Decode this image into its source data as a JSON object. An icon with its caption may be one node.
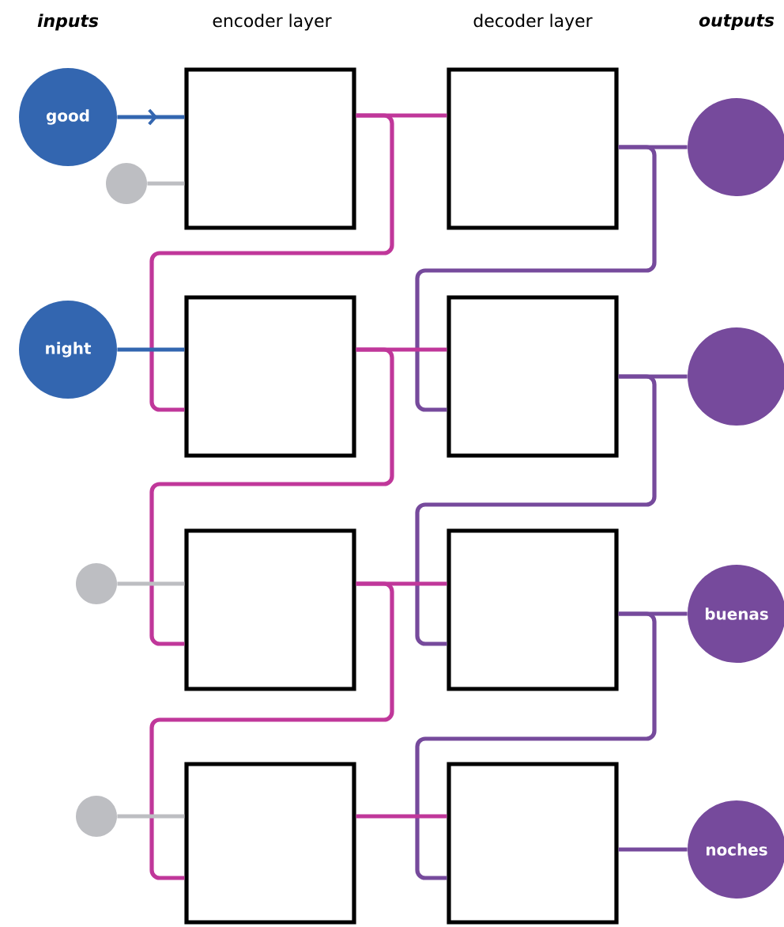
{
  "diagram": {
    "nodes": [
      {
        "text": [
          "good"
        ]
      },
      {
        "text": [],
        "shape": "circle"
      },
      {
        "text": [
          "night"
        ]
      },
      {
        "text": [],
        "shape": "circle"
      },
      {
        "text": [],
        "shape": "circle"
      },
      {
        "text": [],
        "shape": "box"
      },
      {
        "text": [],
        "shape": "box"
      },
      {
        "text": [],
        "shape": "box"
      },
      {
        "text": [],
        "shape": "box"
      },
      {
        "text": [],
        "shape": "box"
      },
      {
        "text": [],
        "shape": "box"
      },
      {
        "text": [],
        "shape": "box"
      },
      {
        "text": [],
        "shape": "box"
      },
      {
        "text": [],
        "shape": "circle"
      },
      {
        "text": [],
        "shape": "circle"
      },
      {
        "text": [
          "buenas"
        ]
      },
      {
        "text": [
          "noches"
        ]
      }
    ],
    "edges": [
      {
        "from": 0,
        "to": 5,
        "arrow": "to",
        "color": "#3366b0"
      },
      {
        "from": 1,
        "to": 5,
        "arrow": "none",
        "color": "#bdbec2"
      },
      {
        "from": 5,
        "to": 9,
        "arrow": "none",
        "color": "#c0379a"
      },
      {
        "from": 5,
        "to": 6,
        "arrow": "none",
        "color": "#c0379a"
      },
      {
        "from": 9,
        "to": 13,
        "arrow": "none",
        "color": "#764a9c"
      },
      {
        "from": 9,
        "to": 10,
        "arrow": "none",
        "color": "#764a9c"
      },
      {
        "from": 2,
        "to": 6,
        "arrow": "none",
        "color": "#3366b0"
      },
      {
        "from": 6,
        "to": 10,
        "arrow": "none",
        "color": "#c0379a"
      },
      {
        "from": 6,
        "to": 7,
        "arrow": "none",
        "color": "#c0379a"
      },
      {
        "from": 10,
        "to": 14,
        "arrow": "none",
        "color": "#764a9c"
      },
      {
        "from": 10,
        "to": 11,
        "arrow": "none",
        "color": "#764a9c"
      },
      {
        "from": 3,
        "to": 7,
        "arrow": "none",
        "color": "#bdbec2"
      },
      {
        "from": 7,
        "to": 11,
        "arrow": "none",
        "color": "#c0379a"
      },
      {
        "from": 7,
        "to": 8,
        "arrow": "none",
        "color": "#c0379a"
      },
      {
        "from": 11,
        "to": 15,
        "arrow": "none",
        "color": "#764a9c"
      },
      {
        "from": 11,
        "to": 12,
        "arrow": "none",
        "color": "#764a9c"
      },
      {
        "from": 4,
        "to": 8,
        "arrow": "none",
        "color": "#bdbec2"
      },
      {
        "from": 8,
        "to": 12,
        "arrow": "none",
        "color": "#c0379a"
      },
      {
        "from": 12,
        "to": 16,
        "arrow": "none",
        "color": "#764a9c"
      }
    ],
    "labels": [
      "inputs",
      "encoder layer",
      "decoder layer",
      "outputs"
    ]
  }
}
